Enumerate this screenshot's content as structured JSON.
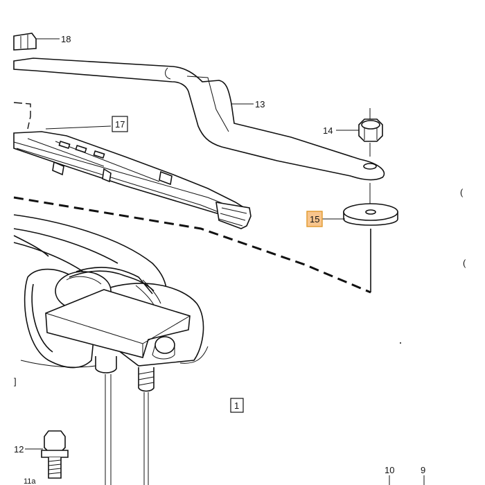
{
  "diagram": {
    "highlight_color": "#f8c58d",
    "callouts": {
      "c18": "18",
      "c13": "13",
      "c17": "17",
      "c14": "14",
      "c15": "15",
      "c1": "1",
      "c12": "12",
      "c11a": "11a",
      "c10": "10",
      "c9": "9"
    },
    "side_marks": {
      "paren_top": "(",
      "paren_bottom": "(",
      "bracket_left": "]"
    }
  }
}
